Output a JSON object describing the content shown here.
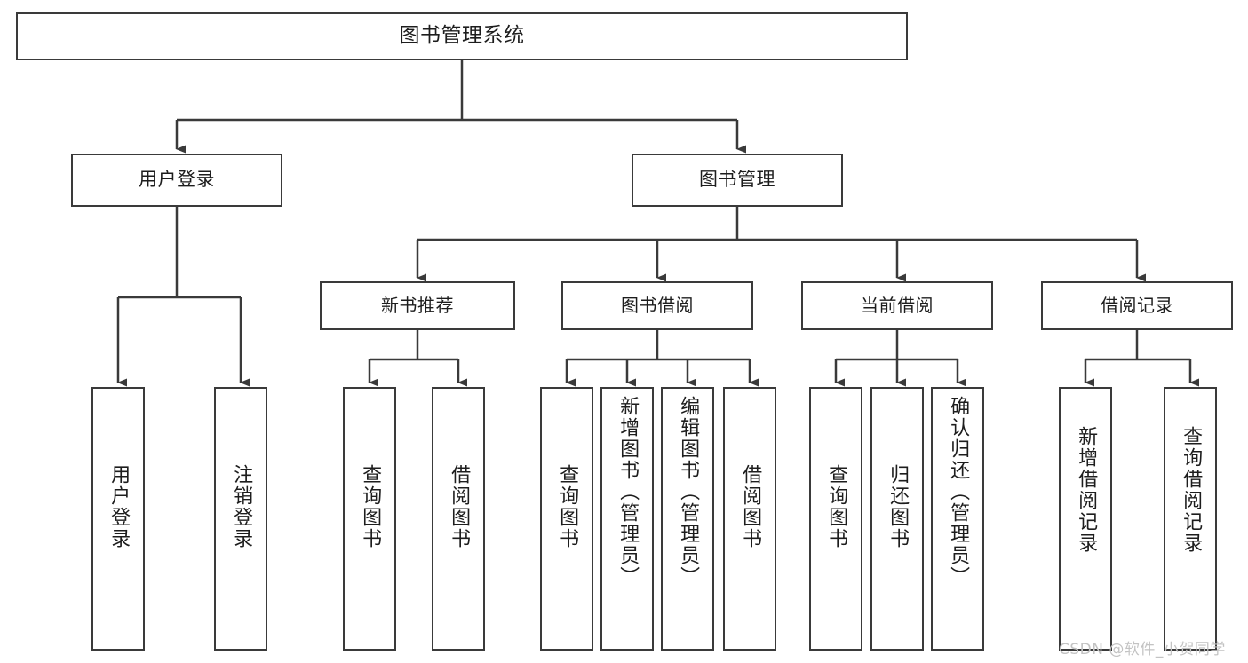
{
  "diagram": {
    "type": "tree-hierarchy",
    "title": "图书管理系统",
    "root": {
      "label": "图书管理系统"
    },
    "level1": [
      {
        "label": "用户登录"
      },
      {
        "label": "图书管理"
      }
    ],
    "level2": [
      {
        "label": "新书推荐"
      },
      {
        "label": "图书借阅"
      },
      {
        "label": "当前借阅"
      },
      {
        "label": "借阅记录"
      }
    ],
    "leaves": {
      "user_login": [
        {
          "label": "用户登录"
        },
        {
          "label": "注销登录"
        }
      ],
      "new_book_recommend": [
        {
          "label": "查询图书"
        },
        {
          "label": "借阅图书"
        }
      ],
      "book_borrow": [
        {
          "label": "查询图书"
        },
        {
          "label": "新增图书（管理员）"
        },
        {
          "label": "编辑图书（管理员）"
        },
        {
          "label": "借阅图书"
        }
      ],
      "current_borrow": [
        {
          "label": "查询图书"
        },
        {
          "label": "归还图书"
        },
        {
          "label": "确认归还（管理员）"
        }
      ],
      "borrow_record": [
        {
          "label": "新增借阅记录"
        },
        {
          "label": "查询借阅记录"
        }
      ]
    }
  },
  "watermark": {
    "text": "CSDN @软件_小贺同学"
  },
  "colors": {
    "stroke": "#3a3a3a",
    "fill": "#ffffff",
    "text": "#1d1d1d",
    "watermark": "#c3c3c3"
  }
}
